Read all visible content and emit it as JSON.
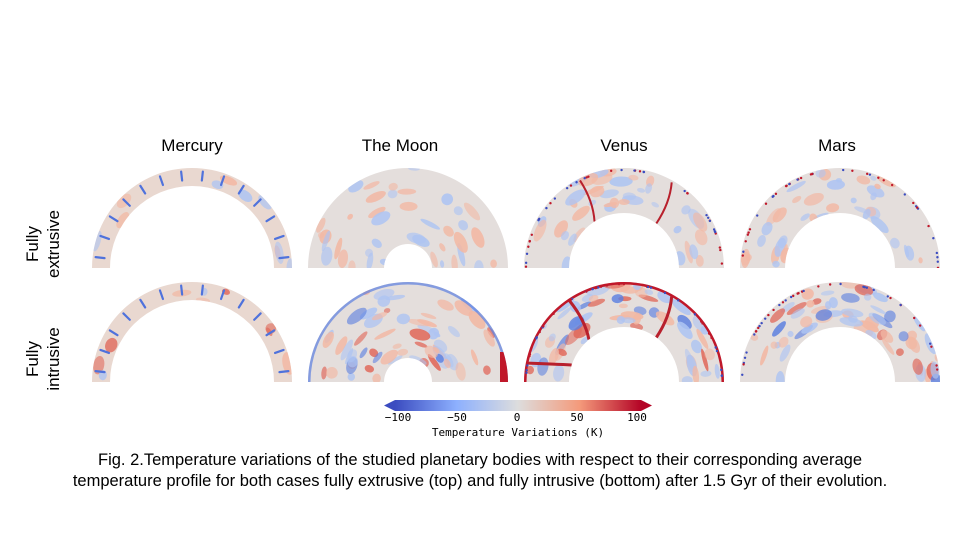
{
  "columns": [
    "Mercury",
    "The Moon",
    "Venus",
    "Mars"
  ],
  "rows": [
    {
      "line1": "Fully",
      "line2": "extrusive"
    },
    {
      "line1": "Fully",
      "line2": "intrusive"
    }
  ],
  "colorbar": {
    "title": "Temperature Variations (K)",
    "ticks": [
      "−100",
      "−50",
      "0",
      "50",
      "100"
    ],
    "min": -100,
    "max": 100,
    "colors": {
      "cold": "#3b4cc0",
      "neutral": "#dddddd",
      "hot": "#b40426"
    }
  },
  "caption": {
    "line1": "Fig. 2.Temperature variations of the studied planetary bodies with respect to their corresponding average",
    "line2": "temperature profile for both cases fully extrusive (top) and fully intrusive (bottom) after 1.5 Gyr of their evolution."
  }
}
